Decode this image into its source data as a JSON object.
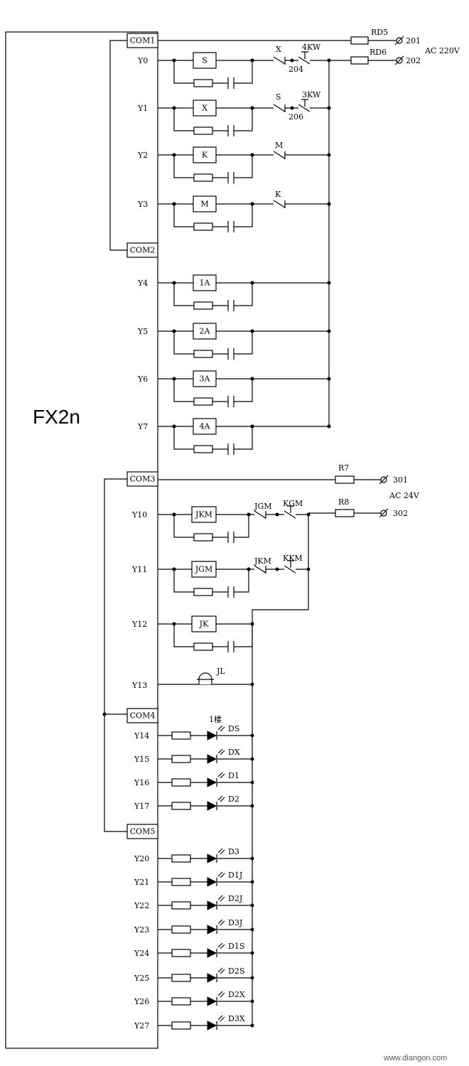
{
  "plc_label": "FX2n",
  "watermark": "www.diangon.com",
  "supply_ac220": {
    "voltage": "AC 220V",
    "fuse_l": "RD5",
    "terminal_l": "201",
    "fuse_n": "RD6",
    "terminal_n": "202"
  },
  "supply_ac24": {
    "voltage": "AC 24V",
    "res_l": "R7",
    "terminal_l": "301",
    "res_n": "R8",
    "terminal_n": "302"
  },
  "com_labels": {
    "com1": "COM1",
    "com2": "COM2",
    "com3": "COM3",
    "com4": "COM4",
    "com5": "COM5"
  },
  "relay_rows": [
    {
      "output": "Y0",
      "coil": "S",
      "contacts": [
        "X",
        "4KW"
      ],
      "node": "204"
    },
    {
      "output": "Y1",
      "coil": "X",
      "contacts": [
        "S",
        "3KW"
      ],
      "node": "206"
    },
    {
      "output": "Y2",
      "coil": "K",
      "contacts": [
        "M"
      ]
    },
    {
      "output": "Y3",
      "coil": "M",
      "contacts": [
        "K"
      ]
    },
    {
      "output": "Y4",
      "coil": "1A",
      "contacts": []
    },
    {
      "output": "Y5",
      "coil": "2A",
      "contacts": []
    },
    {
      "output": "Y6",
      "coil": "3A",
      "contacts": []
    },
    {
      "output": "Y7",
      "coil": "4A",
      "contacts": []
    }
  ],
  "brake_rows": [
    {
      "output": "Y10",
      "coil": "JKM",
      "contacts": [
        "JGM",
        "KGM"
      ]
    },
    {
      "output": "Y11",
      "coil": "JGM",
      "contacts": [
        "JKM",
        "KKM"
      ]
    },
    {
      "output": "Y12",
      "coil": "JK",
      "contacts": []
    }
  ],
  "bell_row": {
    "output": "Y13",
    "device": "JL"
  },
  "floor_note": "1楼",
  "lamp_rows": [
    {
      "output": "Y14",
      "lamp": "DS"
    },
    {
      "output": "Y15",
      "lamp": "DX"
    },
    {
      "output": "Y16",
      "lamp": "D1"
    },
    {
      "output": "Y17",
      "lamp": "D2"
    },
    {
      "output": "Y20",
      "lamp": "D3"
    },
    {
      "output": "Y21",
      "lamp": "D1J"
    },
    {
      "output": "Y22",
      "lamp": "D2J"
    },
    {
      "output": "Y23",
      "lamp": "D3J"
    },
    {
      "output": "Y24",
      "lamp": "D1S"
    },
    {
      "output": "Y25",
      "lamp": "D2S"
    },
    {
      "output": "Y26",
      "lamp": "D2X"
    },
    {
      "output": "Y27",
      "lamp": "D3X"
    }
  ]
}
